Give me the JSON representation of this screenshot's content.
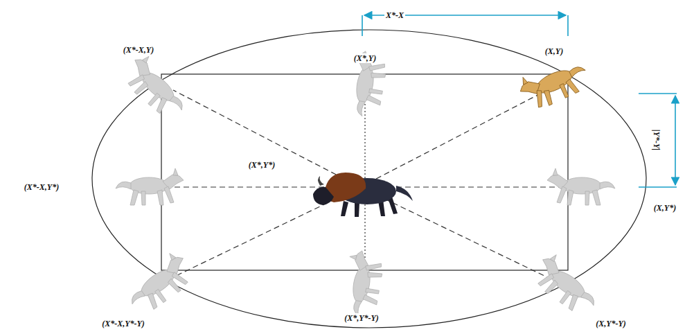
{
  "diagram": {
    "labels": [
      "X*-X",
      "(X*-X,Y)",
      "(X*,Y)",
      "(X,Y)",
      "|Y*-Y|",
      "(X*,Y*)",
      "(X*-X,Y*)",
      "(X,Y*)",
      "(X*-X,Y*-Y)",
      "(X*,Y*-Y)",
      "(X,Y*-Y)"
    ]
  }
}
